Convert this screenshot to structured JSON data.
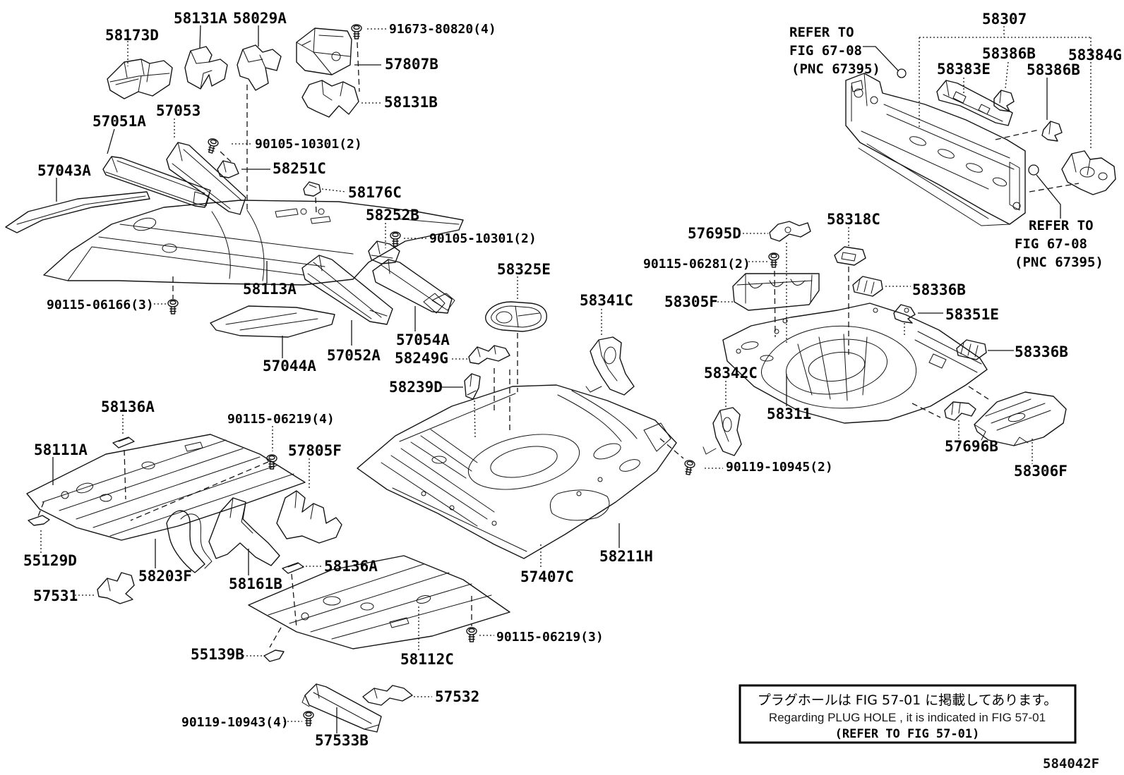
{
  "figure": {
    "code": "584042F",
    "labels": {
      "p58173D": "58173D",
      "p58131A": "58131A",
      "p58029A": "58029A",
      "b91673_80820": "91673-80820(4)",
      "p57807B": "57807B",
      "p58131B": "58131B",
      "p57051A": "57051A",
      "p57053": "57053",
      "p57043A": "57043A",
      "b90105_10301_a": "90105-10301(2)",
      "p58251C": "58251C",
      "p58176C": "58176C",
      "p58252B": "58252B",
      "b90105_10301_b": "90105-10301(2)",
      "b90115_06166": "90115-06166(3)",
      "p58113A": "58113A",
      "p58325E": "58325E",
      "p57054A": "57054A",
      "p57052A": "57052A",
      "p57044A": "57044A",
      "p58249G": "58249G",
      "p58239D": "58239D",
      "p58136A_a": "58136A",
      "b90115_06219_4": "90115-06219(4)",
      "p58111A": "58111A",
      "p57805F": "57805F",
      "p55129D": "55129D",
      "p58203F": "58203F",
      "p57531": "57531",
      "p58161B": "58161B",
      "p58136A_b": "58136A",
      "p55139B": "55139B",
      "p58112C": "58112C",
      "b90115_06219_3": "90115-06219(3)",
      "p57532": "57532",
      "b90119_10943": "90119-10943(4)",
      "p57533B": "57533B",
      "p57407C": "57407C",
      "p58211H": "58211H",
      "b90119_10945": "90119-10945(2)",
      "p58307": "58307",
      "p58386B_a": "58386B",
      "p58384G": "58384G",
      "p58383E": "58383E",
      "p58386B_b": "58386B",
      "p57695D": "57695D",
      "p58318C": "58318C",
      "b90115_06281": "90115-06281(2)",
      "p58305F": "58305F",
      "p58336B_a": "58336B",
      "p58351E": "58351E",
      "p58341C": "58341C",
      "p58336B_b": "58336B",
      "p58342C": "58342C",
      "p58311": "58311",
      "p57696B": "57696B",
      "p58306F": "58306F"
    },
    "notes": {
      "refer_fig6708_a": {
        "line1": "REFER TO",
        "line2": "FIG 67-08",
        "line3": "(PNC 67395)"
      },
      "refer_fig6708_b": {
        "line1": "REFER TO",
        "line2": "FIG 67-08",
        "line3": "(PNC 67395)"
      },
      "plug_hole": {
        "jp": "プラグホールは FIG 57-01 に掲載してあります。",
        "en": "Regarding  PLUG  HOLE , it is indicated in FIG  57-01",
        "ref": "(REFER TO FIG 57-01)"
      }
    }
  }
}
